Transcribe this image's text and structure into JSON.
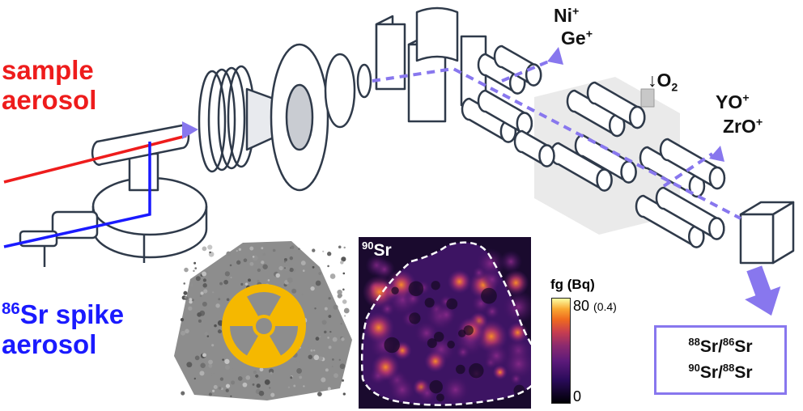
{
  "labels": {
    "sample_aerosol_line1": "sample",
    "sample_aerosol_line2": "aerosol",
    "spike_iso": "86",
    "spike_line1_rest": "Sr spike",
    "spike_line2": "aerosol",
    "ion1_base": "Ni",
    "ion2_base": "Ge",
    "ion3_base": "YO",
    "ion4_base": "ZrO",
    "plus": "+",
    "gas_arrow": "↓",
    "gas_base": "O",
    "gas_sub": "2"
  },
  "map": {
    "iso": "90",
    "element": "Sr",
    "colorbar_title": "fg (Bq)",
    "max_label": "80",
    "max_alt": "(0.4)",
    "min_label": "0"
  },
  "results": {
    "ratio1": {
      "a_iso": "88",
      "a": "Sr/",
      "b_iso": "86",
      "b": "Sr"
    },
    "ratio2": {
      "a_iso": "90",
      "a": "Sr/",
      "b_iso": "88",
      "b": "Sr"
    }
  },
  "colors": {
    "sample": "#ee1c1c",
    "spike": "#1a1aff",
    "beam": "#8877ee",
    "outline": "#2f3a4a",
    "radiation": "#f5b800"
  }
}
